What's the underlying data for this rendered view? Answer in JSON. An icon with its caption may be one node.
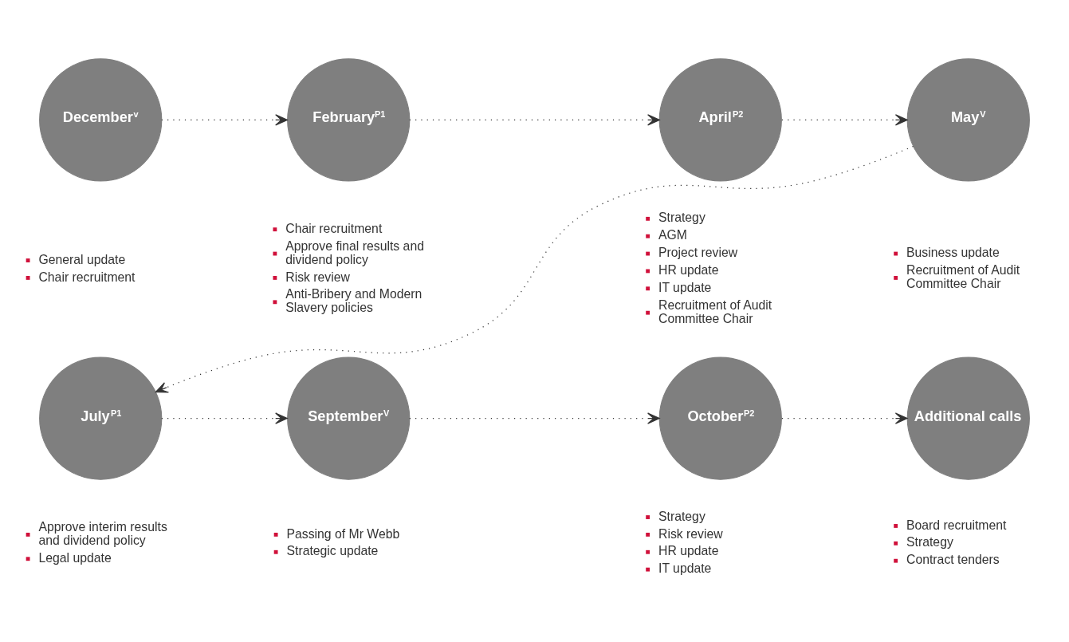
{
  "diagram": {
    "nodes": [
      {
        "text": [
          "December$^{v}$"
        ],
        "beside": [
          "General update",
          "Chair recruitment"
        ]
      },
      {
        "text": [
          "February$^{P1}$"
        ],
        "beside": [
          "Chair recruitment",
          "Approve final results and dividend policy",
          "Risk review",
          "Anti-Bribery and Modern Slavery policies"
        ]
      },
      {
        "text": [
          "April$^{P2}$"
        ],
        "beside": [
          "Strategy",
          "AGM",
          "Project review",
          "HR update",
          "IT update",
          "Recruitment of Audit Committee Chair"
        ]
      },
      {
        "text": [
          "May$^{V}$"
        ],
        "beside": [
          "Business update",
          "Recruitment of Audit Committee Chair"
        ]
      },
      {
        "text": [
          "July$^{P1}$"
        ],
        "beside": [
          "Approve interim results and dividend policy",
          "Legal update"
        ]
      },
      {
        "text": [
          "September$^{V}$"
        ],
        "beside": [
          "Passing of Mr Webb",
          "Strategic update"
        ]
      },
      {
        "text": [
          "October$^{P2}$"
        ],
        "beside": [
          "Strategy",
          "Risk review",
          "HR update",
          "IT update"
        ]
      },
      {
        "text": [
          "Additional calls"
        ],
        "beside": [
          "Board recruitment",
          "Strategy",
          "Contract tenders"
        ]
      }
    ],
    "edges": [
      {
        "from": 0,
        "to": 1,
        "arrow": "to"
      },
      {
        "from": 1,
        "to": 2,
        "arrow": "to"
      },
      {
        "from": 2,
        "to": 3,
        "arrow": "to"
      },
      {
        "from": 3,
        "to": 4,
        "arrow": "to"
      },
      {
        "from": 4,
        "to": 5,
        "arrow": "to"
      },
      {
        "from": 5,
        "to": 6,
        "arrow": "to"
      },
      {
        "from": 6,
        "to": 7,
        "arrow": "to"
      }
    ]
  }
}
